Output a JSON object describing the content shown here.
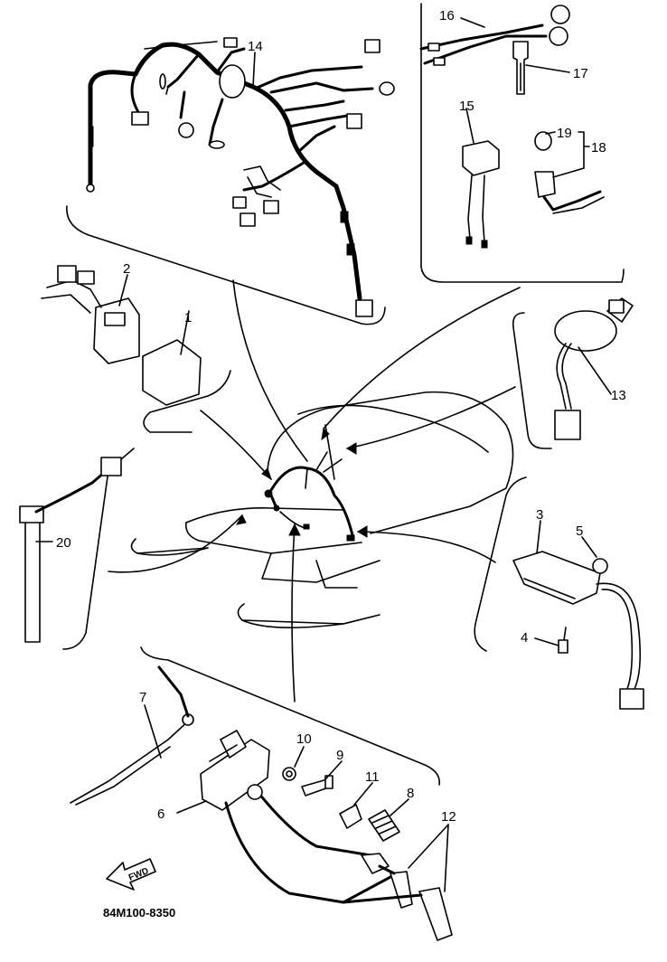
{
  "diagram": {
    "part_code": "84M100-8350",
    "fwd_label": "FWD",
    "callouts": [
      "1",
      "2",
      "3",
      "4",
      "5",
      "6",
      "7",
      "8",
      "9",
      "10",
      "11",
      "12",
      "13",
      "14",
      "15",
      "16",
      "17",
      "18",
      "19",
      "20"
    ]
  }
}
